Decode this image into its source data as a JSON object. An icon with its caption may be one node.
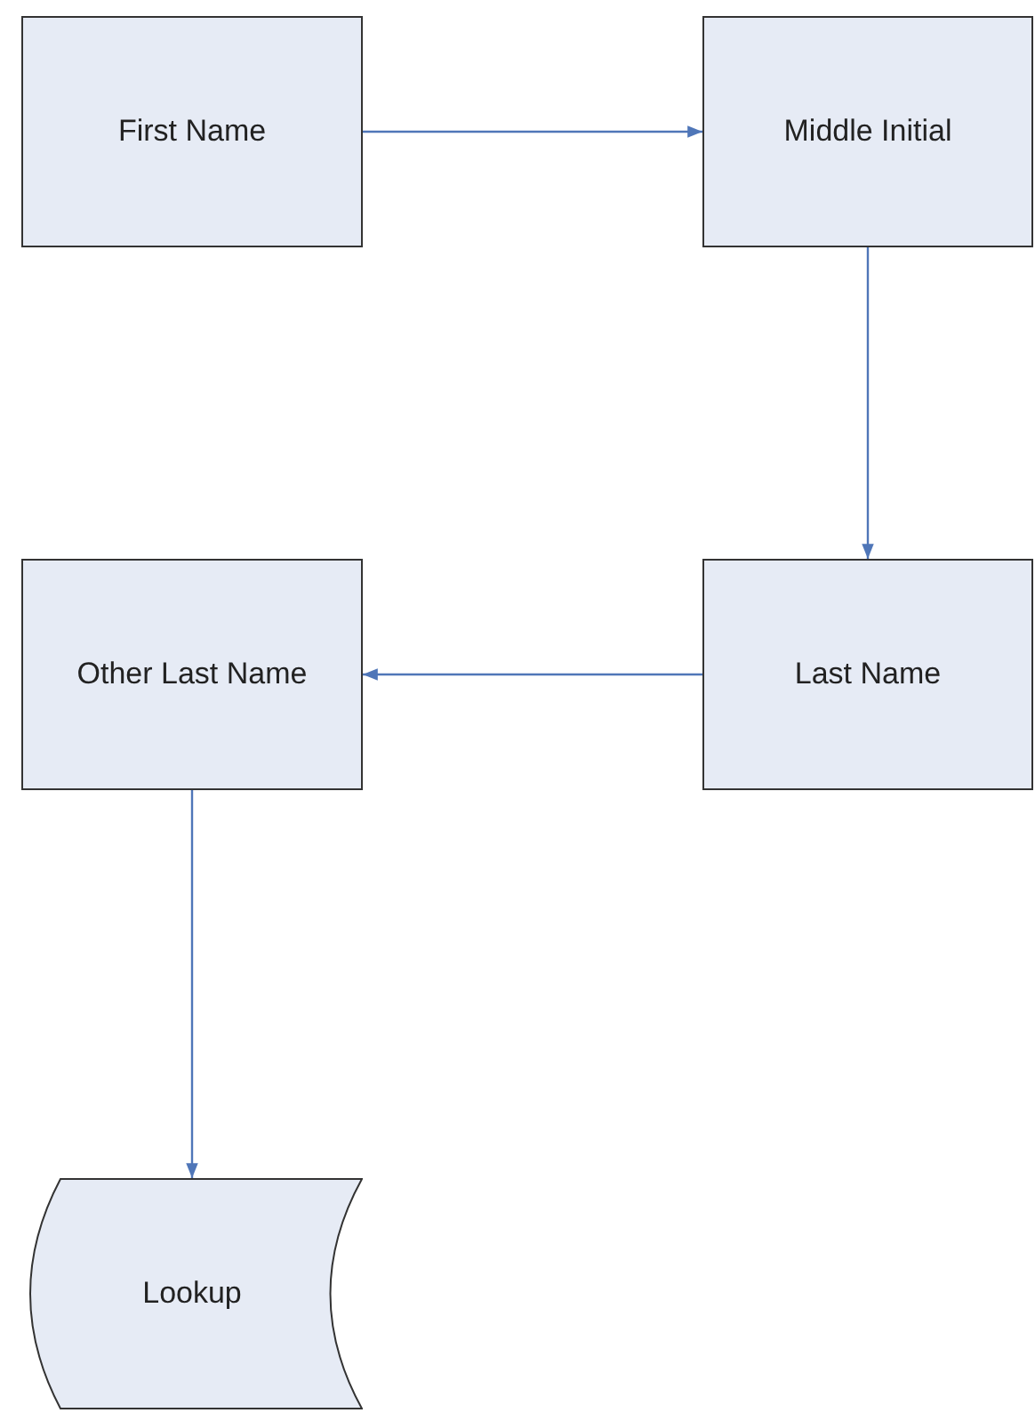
{
  "diagram": {
    "nodes": [
      {
        "text": [
          "First Name"
        ]
      },
      {
        "text": [
          "Middle Initial"
        ]
      },
      {
        "text": [
          "Last Name"
        ]
      },
      {
        "text": [
          "Other Last Name"
        ]
      },
      {
        "text": [
          "Lookup"
        ]
      }
    ],
    "edges": [
      {
        "from": 0,
        "to": 1,
        "arrow": "to"
      },
      {
        "from": 1,
        "to": 2,
        "arrow": "to"
      },
      {
        "from": 2,
        "to": 3,
        "arrow": "to"
      },
      {
        "from": 3,
        "to": 4,
        "arrow": "to"
      }
    ]
  }
}
